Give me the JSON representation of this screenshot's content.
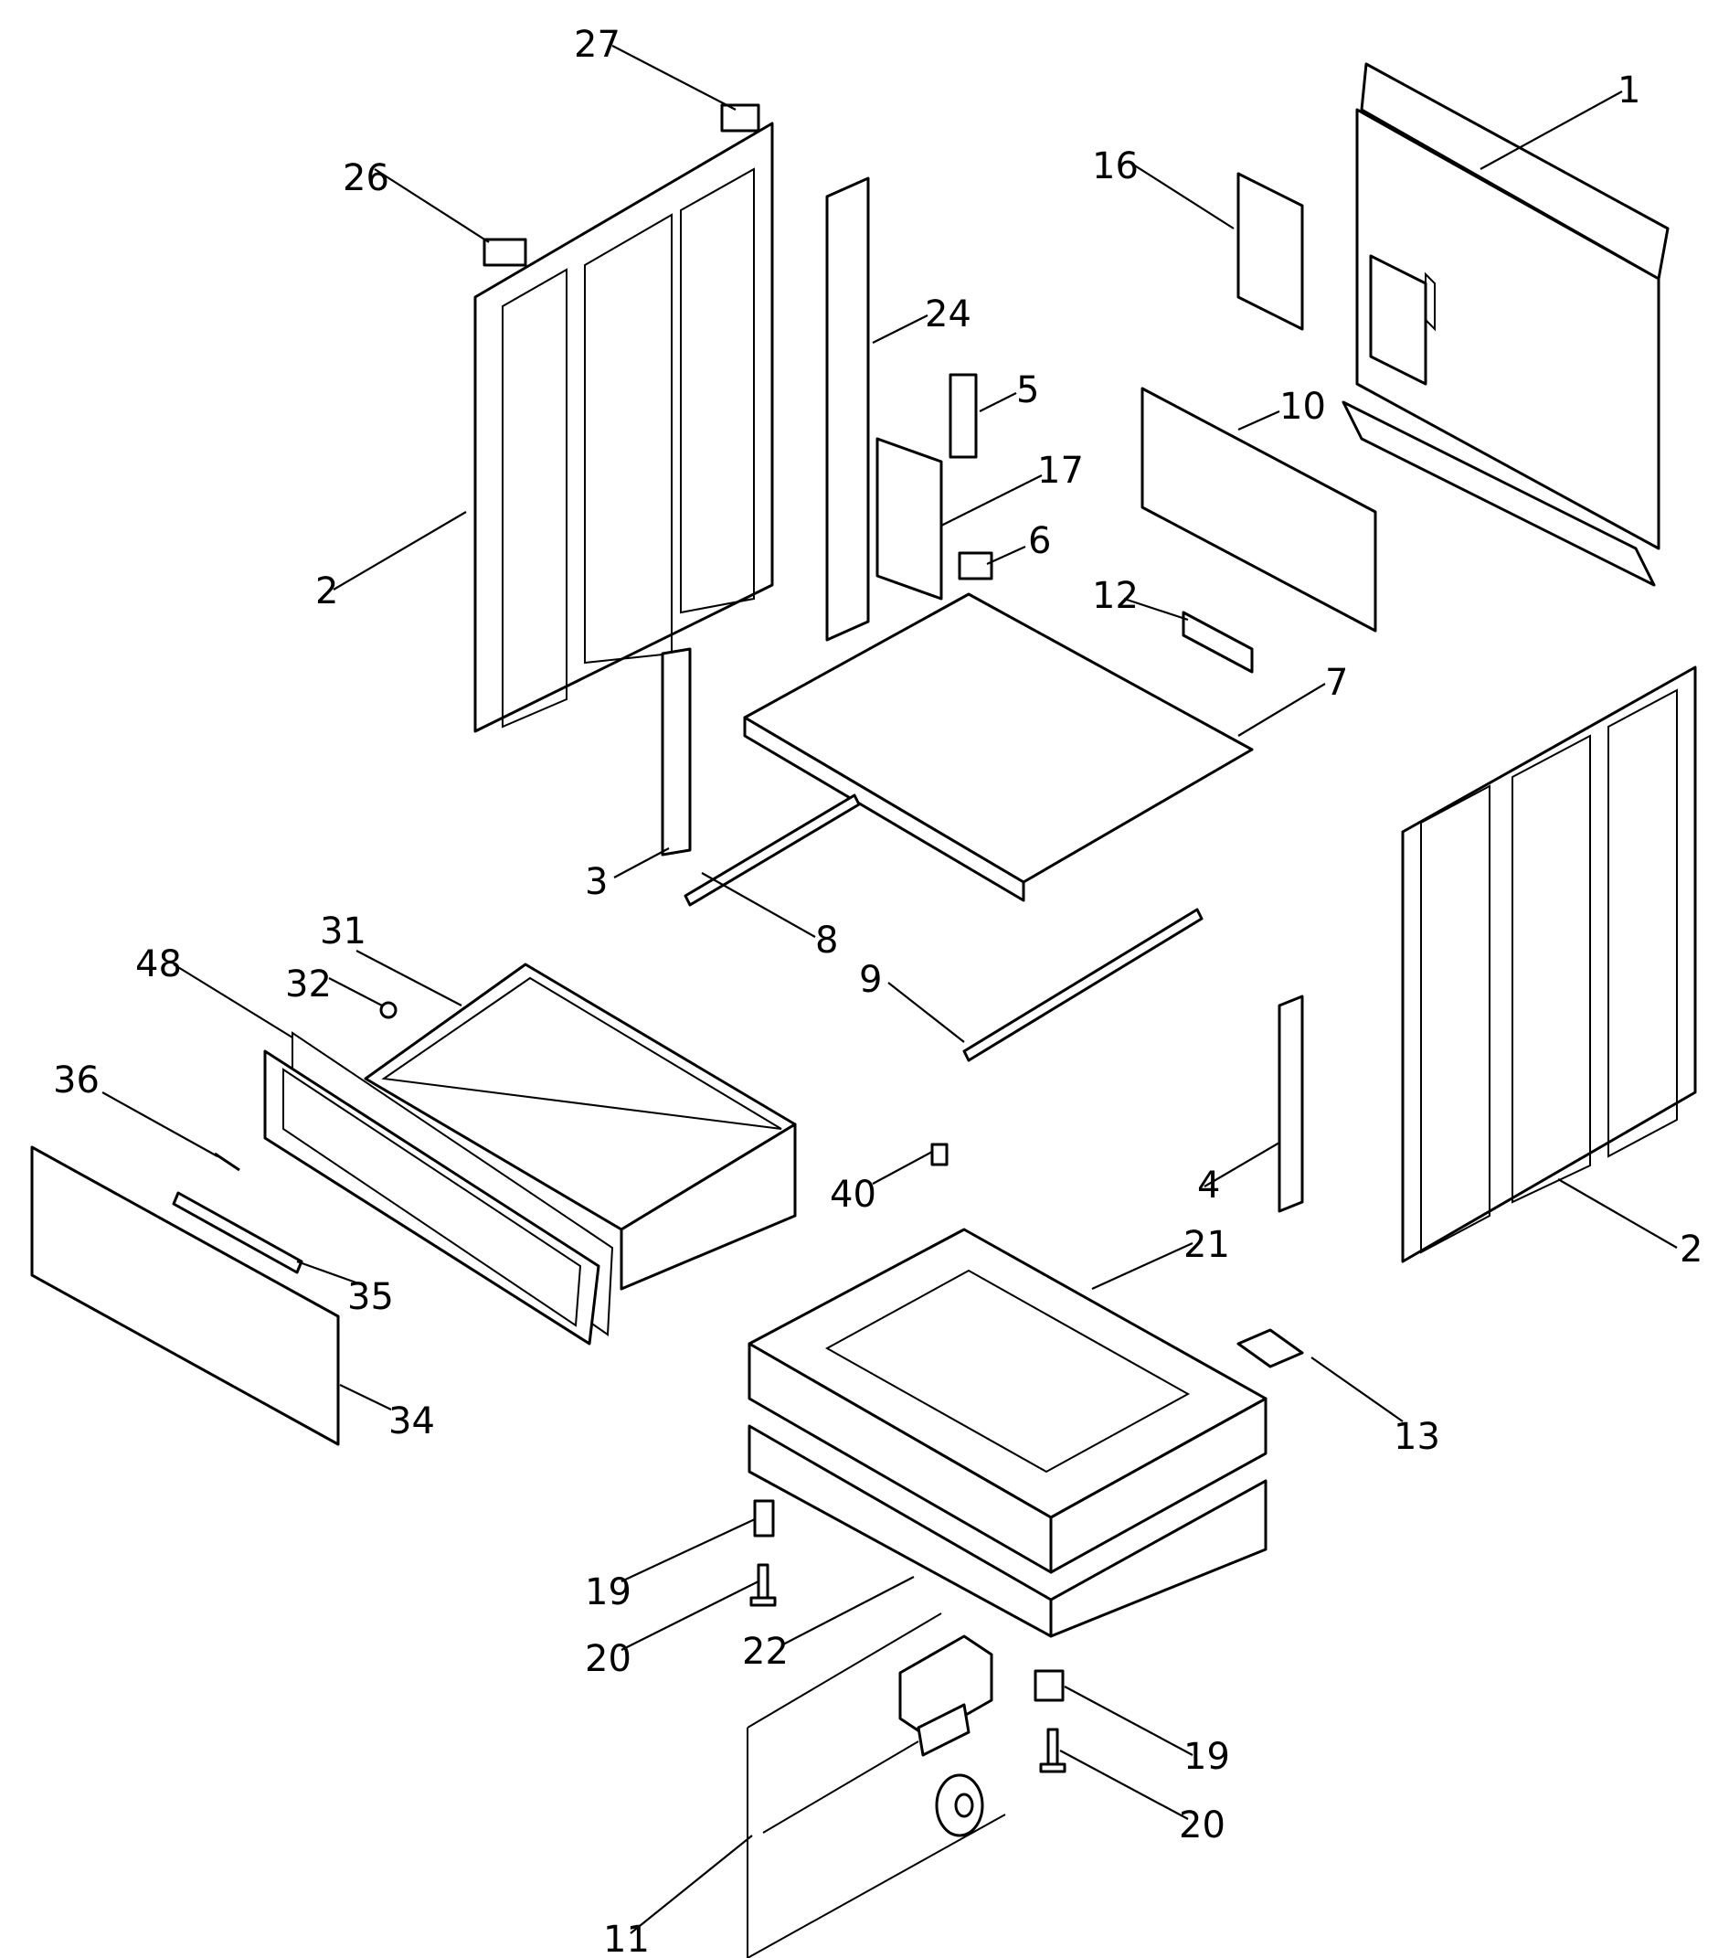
{
  "callouts": [
    {
      "id": "c1",
      "text": "1"
    },
    {
      "id": "c2a",
      "text": "2"
    },
    {
      "id": "c2b",
      "text": "2"
    },
    {
      "id": "c3",
      "text": "3"
    },
    {
      "id": "c4",
      "text": "4"
    },
    {
      "id": "c5",
      "text": "5"
    },
    {
      "id": "c6",
      "text": "6"
    },
    {
      "id": "c7",
      "text": "7"
    },
    {
      "id": "c8",
      "text": "8"
    },
    {
      "id": "c9",
      "text": "9"
    },
    {
      "id": "c10",
      "text": "10"
    },
    {
      "id": "c11",
      "text": "11"
    },
    {
      "id": "c12",
      "text": "12"
    },
    {
      "id": "c13",
      "text": "13"
    },
    {
      "id": "c16",
      "text": "16"
    },
    {
      "id": "c17",
      "text": "17"
    },
    {
      "id": "c19a",
      "text": "19"
    },
    {
      "id": "c19b",
      "text": "19"
    },
    {
      "id": "c20a",
      "text": "20"
    },
    {
      "id": "c20b",
      "text": "20"
    },
    {
      "id": "c21",
      "text": "21"
    },
    {
      "id": "c22",
      "text": "22"
    },
    {
      "id": "c24",
      "text": "24"
    },
    {
      "id": "c26",
      "text": "26"
    },
    {
      "id": "c27",
      "text": "27"
    },
    {
      "id": "c31",
      "text": "31"
    },
    {
      "id": "c32",
      "text": "32"
    },
    {
      "id": "c34",
      "text": "34"
    },
    {
      "id": "c35",
      "text": "35"
    },
    {
      "id": "c36",
      "text": "36"
    },
    {
      "id": "c40",
      "text": "40"
    },
    {
      "id": "c48",
      "text": "48"
    }
  ]
}
